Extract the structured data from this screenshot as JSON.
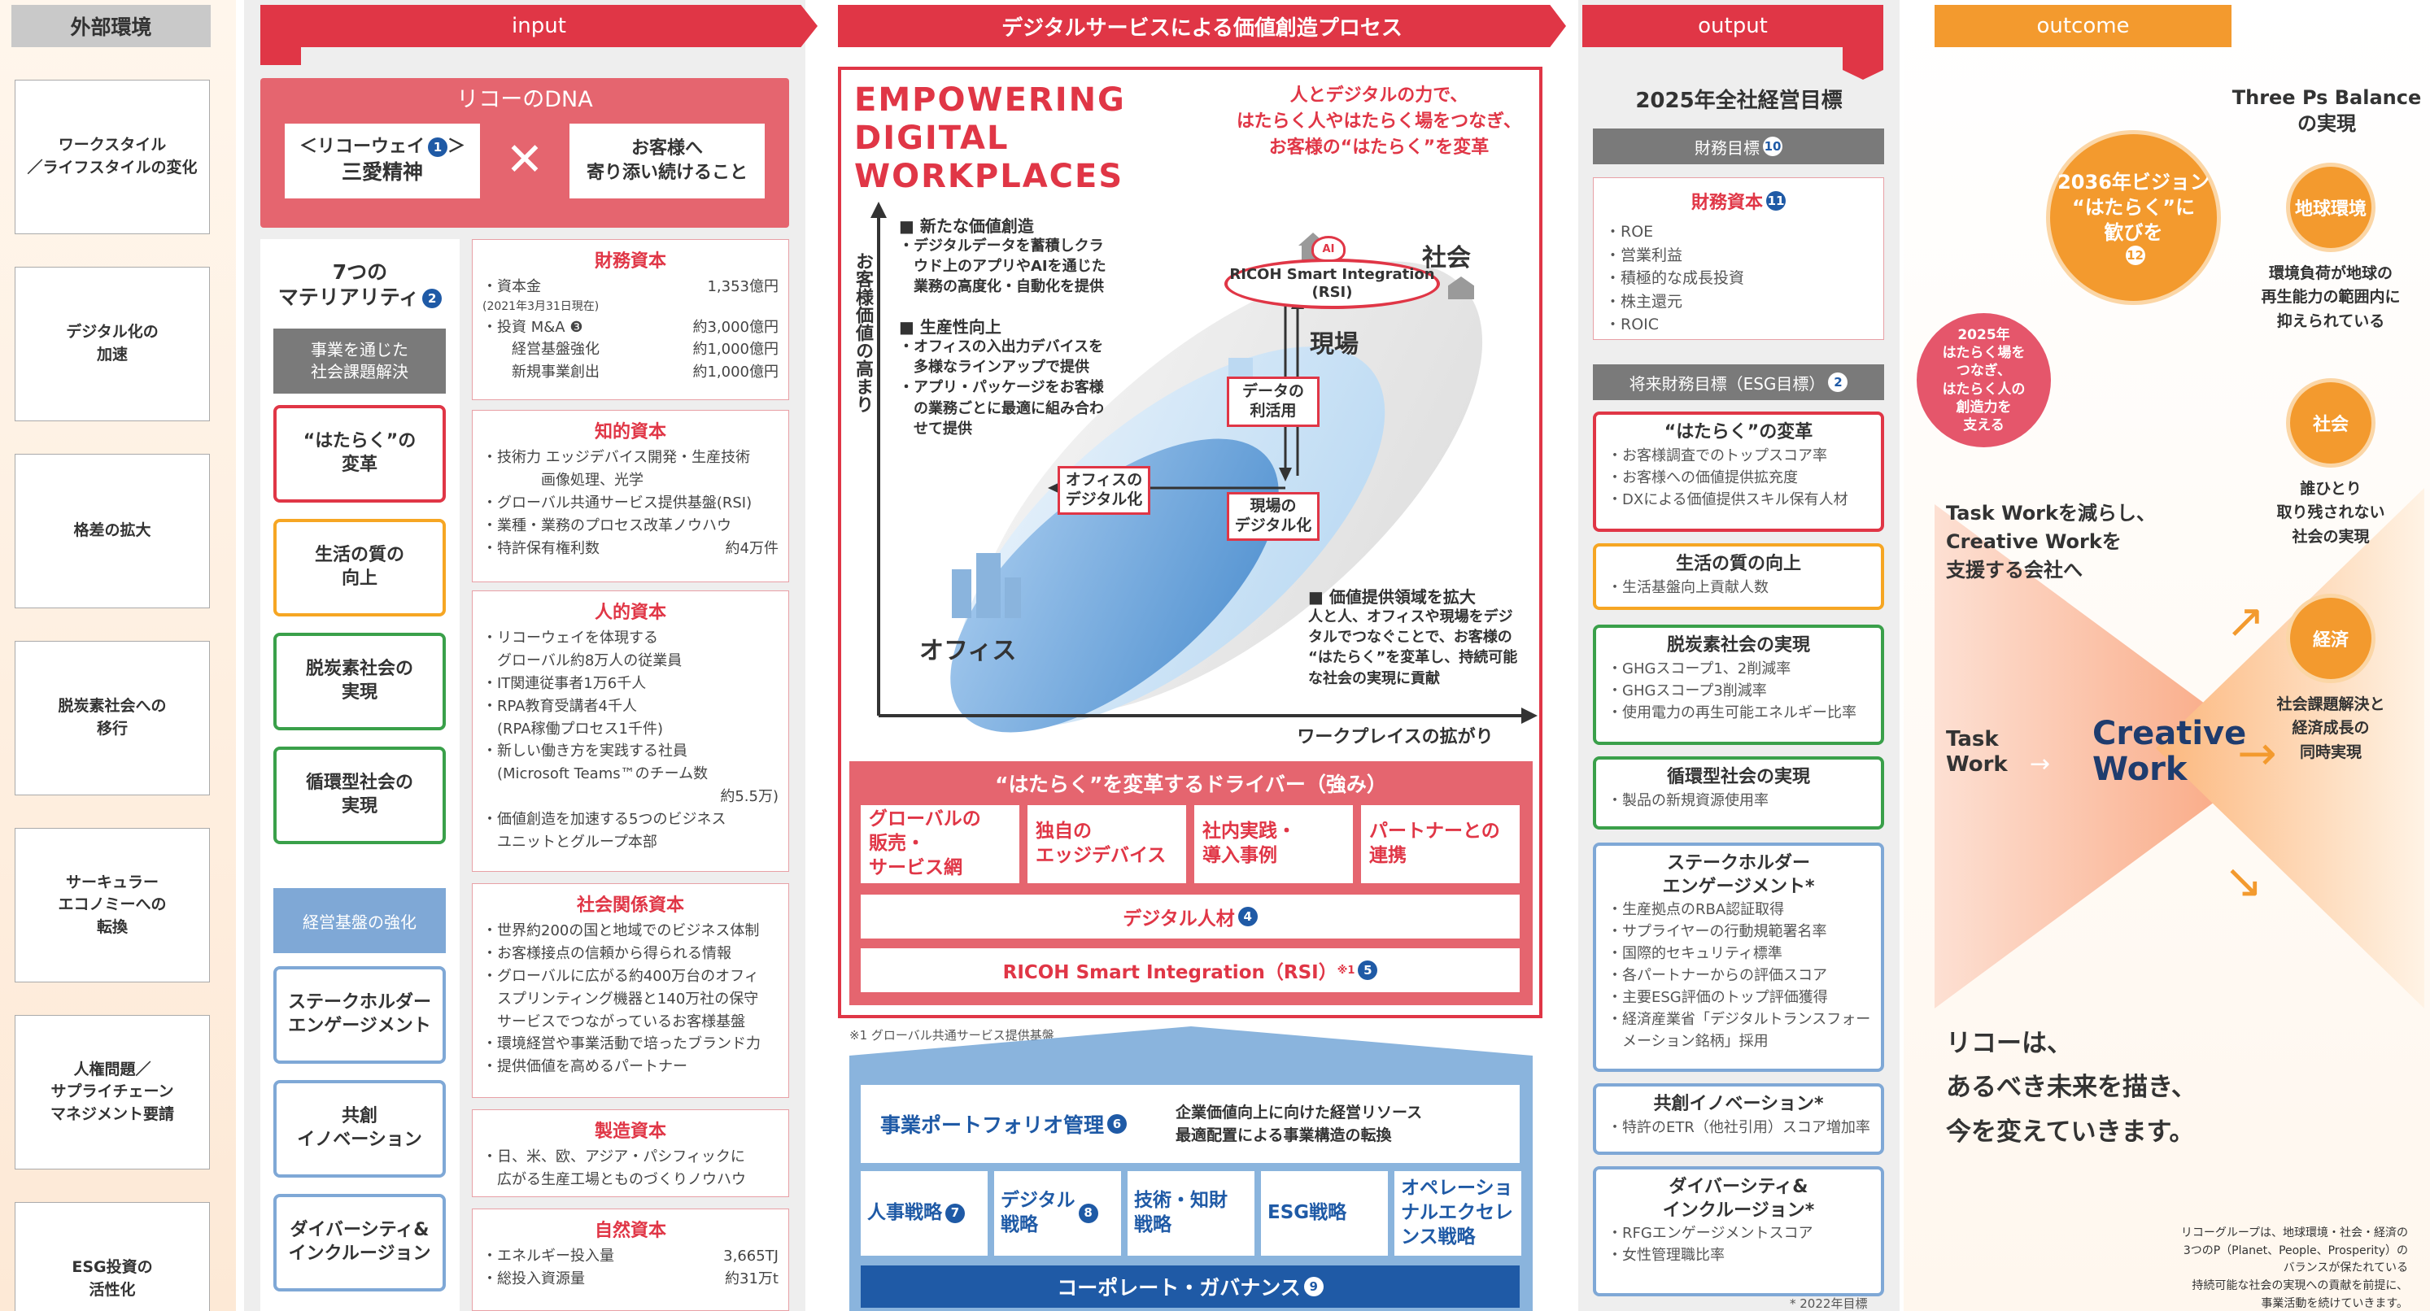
{
  "headers": {
    "external": "外部環境",
    "input": "input",
    "process": "デジタルサービスによる価値創造プロセス",
    "output": "output",
    "outcome": "outcome"
  },
  "external_items": [
    "ワークスタイル\n／ライフスタイルの変化",
    "デジタル化の\n加速",
    "格差の拡大",
    "脱炭素社会への\n移行",
    "サーキュラー\nエコノミーへの\n転換",
    "人権問題／\nサプライチェーン\nマネジメント要請",
    "ESG投資の\n活性化"
  ],
  "dna": {
    "title": "リコーのDNA",
    "left": "＜リコーウェイ",
    "left_badge": "1",
    "left_end": "＞",
    "left2": "三愛精神",
    "right": "お客様へ\n寄り添い続けること"
  },
  "materiality": {
    "title": "7つの\nマテリアリティ",
    "badge": "2",
    "sec1": "事業を通じた\n社会課題解決",
    "items1": [
      "“はたらく”の\n変革",
      "生活の質の\n向上",
      "脱炭素社会の\n実現",
      "循環型社会の\n実現"
    ],
    "sec2": "経営基盤の強化",
    "items2": [
      "ステークホルダー\nエンゲージメント",
      "共創\nイノベーション",
      "ダイバーシティ&\nインクルージョン"
    ]
  },
  "capitals": [
    {
      "title": "財務資本",
      "lines": [
        [
          "・資本金",
          "1,353億円"
        ],
        [
          "(2021年3月31日現在)",
          ""
        ],
        [
          "・投資 M&A ❸",
          "約3,000億円"
        ],
        [
          "　　経営基盤強化",
          "約1,000億円"
        ],
        [
          "　　新規事業創出",
          "約1,000億円"
        ]
      ]
    },
    {
      "title": "知的資本",
      "lines": [
        [
          "・技術力 エッジデバイス開発・生産技術",
          ""
        ],
        [
          "　　　　画像処理、光学",
          ""
        ],
        [
          "・グローバル共通サービス提供基盤(RSI)",
          ""
        ],
        [
          "・業種・業務のプロセス改革ノウハウ",
          ""
        ],
        [
          "・特許保有権利数",
          "約4万件"
        ]
      ]
    },
    {
      "title": "人的資本",
      "lines": [
        [
          "・リコーウェイを体現する",
          ""
        ],
        [
          "　グローバル約8万人の従業員",
          ""
        ],
        [
          "・IT関連従事者1万6千人",
          ""
        ],
        [
          "・RPA教育受講者4千人",
          ""
        ],
        [
          "　(RPA稼働プロセス1千件)",
          ""
        ],
        [
          "・新しい働き方を実践する社員",
          ""
        ],
        [
          "　(Microsoft Teams™のチーム数",
          ""
        ],
        [
          "",
          "約5.5万)"
        ],
        [
          "・価値創造を加速する5つのビジネス",
          ""
        ],
        [
          "　ユニットとグループ本部",
          ""
        ]
      ]
    },
    {
      "title": "社会関係資本",
      "lines": [
        [
          "・世界約200の国と地域でのビジネス体制",
          ""
        ],
        [
          "・お客様接点の信頼から得られる情報",
          ""
        ],
        [
          "・グローバルに広がる約400万台のオフィ",
          ""
        ],
        [
          "　スプリンティング機器と140万社の保守",
          ""
        ],
        [
          "　サービスでつながっているお客様基盤",
          ""
        ],
        [
          "・環境経営や事業活動で培ったブランド力",
          ""
        ],
        [
          "・提供価値を高めるパートナー",
          ""
        ]
      ]
    },
    {
      "title": "製造資本",
      "lines": [
        [
          "・日、米、欧、アジア・パシフィックに",
          ""
        ],
        [
          "　広がる生産工場とものづくりノウハウ",
          ""
        ]
      ]
    },
    {
      "title": "自然資本",
      "lines": [
        [
          "・エネルギー投入量",
          "3,665TJ"
        ],
        [
          "・総投入資源量",
          "約31万t"
        ]
      ]
    }
  ],
  "process": {
    "empower": "EMPOWERING\nDIGITAL\nWORKPLACES",
    "tagline": "人とデジタルの力で、\nはたらく人やはたらく場をつなぎ、\nお客様の“はたらく”を変革",
    "note1_title": "■ 新たな価値創造",
    "note1": "・デジタルデータを蓄積しクラ\n　ウド上のアプリやAIを通じた\n　業務の高度化・自動化を提供",
    "note2_title": "■ 生産性向上",
    "note2": "・オフィスの入出力デバイスを\n　多様なラインアップで提供\n・アプリ・パッケージをお客様\n　の業務ごとに最適に組み合わ\n　せて提供",
    "note3_title": "■ 価値提供領域を拡大",
    "note3": "人と人、オフィスや現場をデジ\nタルでつなぐことで、お客様の\n“はたらく”を変革し、持続可能\nな社会の実現に貢献",
    "yaxis": "お客様価値の高まり",
    "xaxis": "ワークプレイスの拡がり",
    "rsi": "RICOH Smart Integration\n(RSI)",
    "ai": "AI",
    "society": "社会",
    "genba": "現場",
    "office": "オフィス",
    "data_util": "データの\n利活用",
    "office_dx": "オフィスの\nデジタル化",
    "genba_dx": "現場の\nデジタル化",
    "drivers_title": "“はたらく”を変革するドライバー（強み）",
    "drivers": [
      "グローバルの\n販売・\nサービス網",
      "独自の\nエッジデバイス",
      "社内実践・\n導入事例",
      "パートナーとの\n連携"
    ],
    "digital_talent": "デジタル人材",
    "digital_badge": "4",
    "rsi_bar": "RICOH Smart Integration（RSI）",
    "rsi_sup": "※1",
    "rsi_badge": "5",
    "footnote": "※1 グローバル共通サービス提供基盤",
    "portfolio": "事業ポートフォリオ管理",
    "portfolio_badge": "6",
    "portfolio_desc": "企業価値向上に向けた経営リソース\n最適配置による事業構造の転換",
    "strategies": [
      {
        "t": "人事戦略",
        "b": "7"
      },
      {
        "t": "デジタル\n戦略",
        "b": "8"
      },
      {
        "t": "技術・知財\n戦略",
        "b": ""
      },
      {
        "t": "ESG戦略",
        "b": ""
      },
      {
        "t": "オペレーショ\nナルエクセレ\nンス戦略",
        "b": ""
      }
    ],
    "governance": "コーポレート・ガバナンス",
    "gov_badge": "9"
  },
  "output": {
    "title": "2025年全社経営目標",
    "fin_head": "財務目標",
    "fin_badge": "10",
    "fin_cap": "財務資本",
    "fin_cap_badge": "11",
    "fin_items": [
      "・ROE",
      "・営業利益",
      "・積極的な成長投資",
      "・株主還元",
      "・ROIC"
    ],
    "esg_head": "将来財務目標（ESG目標）",
    "esg_badge": "2",
    "groups": [
      {
        "title": "“はたらく”の変革",
        "items": [
          "・お客様調査でのトップスコア率",
          "・お客様への価値提供拡充度",
          "・DXによる価値提供スキル保有人材"
        ]
      },
      {
        "title": "生活の質の向上",
        "items": [
          "・生活基盤向上貢献人数"
        ]
      },
      {
        "title": "脱炭素社会の実現",
        "items": [
          "・GHGスコープ1、2削減率",
          "・GHGスコープ3削減率",
          "・使用電力の再生可能エネルギー比率"
        ]
      },
      {
        "title": "循環型社会の実現",
        "items": [
          "・製品の新規資源使用率"
        ]
      },
      {
        "title": "ステークホルダー\nエンゲージメント*",
        "items": [
          "・生産拠点のRBA認証取得",
          "・サプライヤーの行動規範署名率",
          "・国際的セキュリティ標準",
          "・各パートナーからの評価スコア",
          "・主要ESG評価のトップ評価獲得",
          "・経済産業省「デジタルトランスフォー",
          "　メーション銘柄」採用"
        ]
      },
      {
        "title": "共創イノベーション*",
        "items": [
          "・特許のETR（他社引用）スコア増加率"
        ]
      },
      {
        "title": "ダイバーシティ&\nインクルージョン*",
        "items": [
          "・RFGエンゲージメントスコア",
          "・女性管理職比率"
        ]
      }
    ],
    "note": "* 2022年目標"
  },
  "outcome": {
    "vision": "2036年ビジョン\n“はたらく”に\n歓びを",
    "vision_badge": "12",
    "goal2025": "2025年\nはたらく場を\nつなぎ、\nはたらく人の\n創造力を\n支える",
    "task_text": "Task Workを減らし、\nCreative Workを\n支援する会社へ",
    "task": "Task\nWork",
    "creative": "Creative\nWork",
    "three_ps": "Three Ps Balance\nの実現",
    "ps": [
      {
        "t": "地球環境",
        "d": "環境負荷が地球の\n再生能力の範囲内に\n抑えられている"
      },
      {
        "t": "社会",
        "d": "誰ひとり\n取り残されない\n社会の実現"
      },
      {
        "t": "経済",
        "d": "社会課題解決と\n経済成長の\n同時実現"
      }
    ],
    "message": "リコーは、\nあるべき未来を描き、\n今を変えていきます。",
    "small": "リコーグループは、地球環境・社会・経済の\n3つのP（Planet、People、Prosperity）の\nバランスが保たれている\n持続可能な社会の実現への貢献を前提に、\n事業活動を続けていきます。"
  },
  "colors": {
    "red": "#e03646",
    "blue": "#1f5aa6",
    "orange": "#f39a2e",
    "green": "#3aa04a",
    "yellow": "#f6a623"
  }
}
